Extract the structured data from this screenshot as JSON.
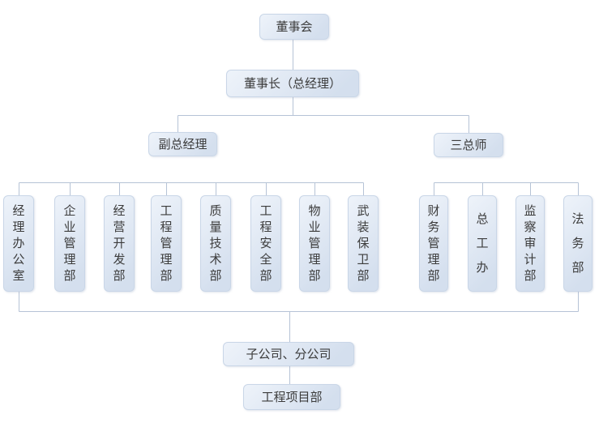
{
  "org": {
    "board": {
      "label": "董事会"
    },
    "chairman": {
      "label": "董事长（总经理）"
    },
    "deputy_gm": {
      "label": "副总经理"
    },
    "three_chiefs": {
      "label": "三总师"
    },
    "left_depts": [
      {
        "label": "经理办公室"
      },
      {
        "label": "企业管理部"
      },
      {
        "label": "经营开发部"
      },
      {
        "label": "工程管理部"
      },
      {
        "label": "质量技术部"
      },
      {
        "label": "工程安全部"
      },
      {
        "label": "物业管理部"
      },
      {
        "label": "武装保卫部"
      }
    ],
    "right_depts": [
      {
        "label": "财务管理部"
      },
      {
        "label": "总工办"
      },
      {
        "label": "监察审计部"
      },
      {
        "label": "法务部"
      }
    ],
    "subsidiaries": {
      "label": "子公司、分公司"
    },
    "project_dept": {
      "label": "工程项目部"
    }
  },
  "colors": {
    "line": "#b6c3d6",
    "box_border": "#c9d6e7",
    "box_top": "#eef3fa",
    "box_bottom": "#d4dfee",
    "text": "#3c3c3c",
    "bg": "#ffffff"
  }
}
